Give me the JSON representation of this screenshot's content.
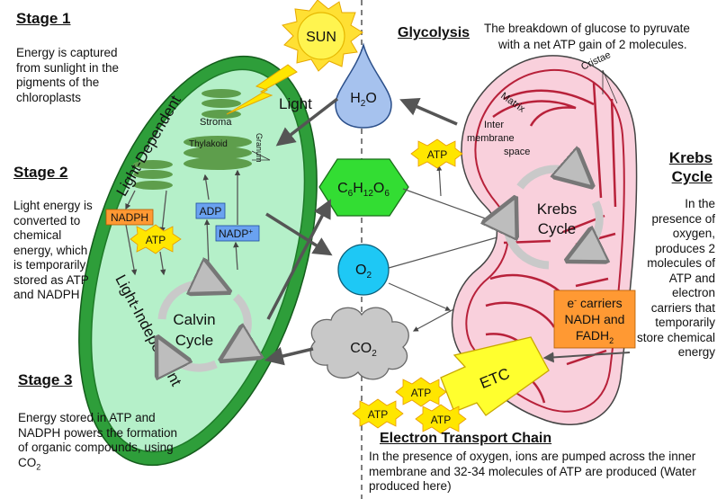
{
  "stages": {
    "stage1": {
      "title": "Stage 1",
      "text": "Energy is captured from sunlight in the pigments of the chloroplasts"
    },
    "stage2": {
      "title": "Stage 2",
      "text": "Light energy is converted to chemical energy, which is temporarily stored as ATP and NADPH"
    },
    "stage3": {
      "title": "Stage 3",
      "text_main": "Energy stored in ATP and NADPH powers the formation of organic compounds, using CO",
      "text_sub": "2"
    }
  },
  "sun": "SUN",
  "light": "Light",
  "chloroplast": {
    "light_dependent": "Light-Dependent",
    "light_independent": "Light-Independent",
    "stroma": "Stroma",
    "thylakoid": "Thylakoid",
    "granum": "Granum",
    "nadph": "NADPH",
    "atp": "ATP",
    "adp": "ADP",
    "nadp": "NADP",
    "nadp_sup": "+",
    "calvin1": "Calvin",
    "calvin2": "Cycle"
  },
  "molecules": {
    "h2o": {
      "main": "H",
      "sub": "2",
      "end": "O"
    },
    "glucose": {
      "c": "C",
      "c_sub": "6",
      "h": "H",
      "h_sub": "12",
      "o": "O",
      "o_sub": "6"
    },
    "o2": {
      "main": "O",
      "sub": "2"
    },
    "co2": {
      "main": "CO",
      "sub": "2"
    }
  },
  "glycolysis": {
    "title": "Glycolysis",
    "line1": "The breakdown of glucose to pyruvate",
    "line2": "with a net ATP gain of 2 molecules."
  },
  "mitochondrion": {
    "cristae": "Cristae",
    "matrix": "Matrix",
    "inter1": "Inter",
    "inter2": "membrane",
    "inter3": "space",
    "atp": "ATP",
    "krebs1": "Krebs",
    "krebs2": "Cycle",
    "carriers1_sup": "e",
    "carriers1_supmark": "-",
    "carriers1": " carriers",
    "carriers2": "NADH and",
    "carriers3": "FADH",
    "carriers3_sub": "2"
  },
  "krebs_side": {
    "title1": "Krebs",
    "title2": "Cycle",
    "lines": [
      "In the",
      "presence of",
      "oxygen,",
      "produces 2",
      "molecules of",
      "ATP and",
      "electron",
      "carriers that",
      "temporarily",
      "store chemical",
      "energy"
    ]
  },
  "etc": {
    "label": "ETC",
    "atp": "ATP"
  },
  "etc_section": {
    "title": "Electron Transport Chain",
    "text": "In the presence of oxygen, ions are pumped across the inner membrane and 32-34 molecules of ATP are produced (Water produced here)"
  },
  "colors": {
    "chloroplast_outer": "#2e9e3a",
    "chloroplast_inner": "#b5f0c9",
    "thylakoid": "#5e9e4c",
    "mito_fill": "#f9d0dc",
    "mito_line": "#b8213a",
    "sun": "#ffe033",
    "h2o": "#a6c2ee",
    "glucose": "#33dd33",
    "o2": "#1ec8f5",
    "co2": "#c8c8c8",
    "atp_star": "#ffe600",
    "nadph_box": "#ff9933",
    "adp_box": "#6aa2f0",
    "carrier_box": "#ff9933",
    "etc_arrow": "#ffff2e"
  }
}
